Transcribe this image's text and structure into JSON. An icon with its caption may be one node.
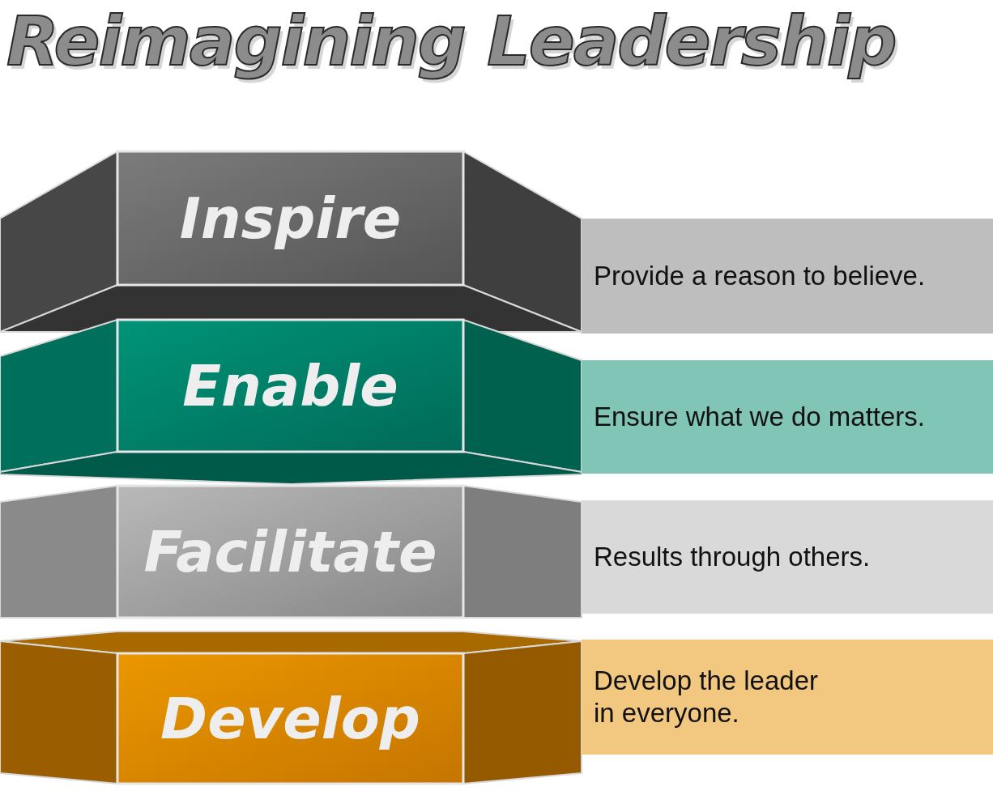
{
  "diagram": {
    "title": "Reimagining Leadership",
    "nodes": [
      {
        "text": [
          "Inspire"
        ]
      },
      {
        "text": [
          "Provide a reason to believe."
        ]
      },
      {
        "text": [
          "Enable"
        ]
      },
      {
        "text": [
          "Ensure what we do matters."
        ]
      },
      {
        "text": [
          "Facilitate"
        ]
      },
      {
        "text": [
          "Results through others."
        ]
      },
      {
        "text": [
          "Develop"
        ]
      },
      {
        "text": [
          "Develop the leader in everyone."
        ]
      }
    ]
  }
}
